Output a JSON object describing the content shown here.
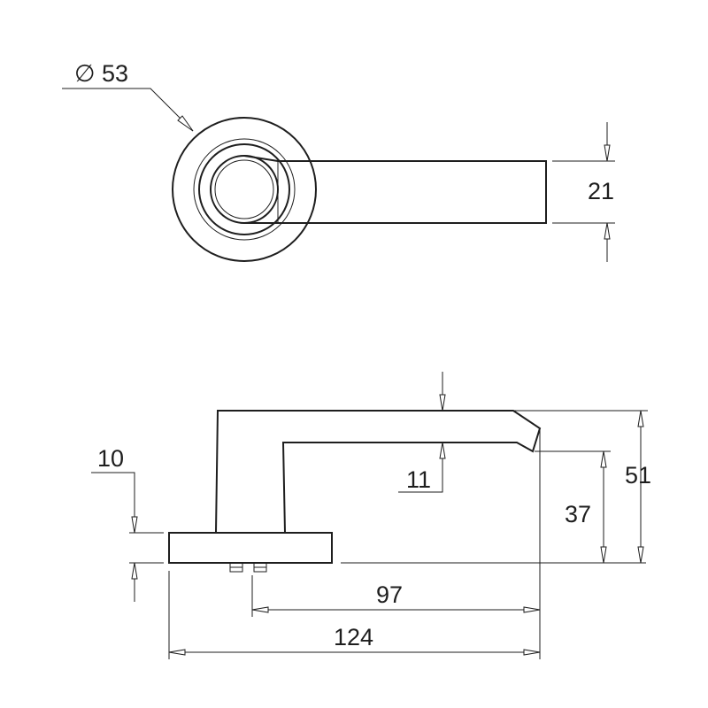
{
  "drawing": {
    "top_view": {
      "rose_diameter_symbol": "∅",
      "rose_diameter": "53",
      "lever_thickness": "21"
    },
    "side_view": {
      "rose_thickness": "10",
      "lever_wall": "11",
      "lever_height": "37",
      "total_height": "51",
      "spindle_to_tip": "97",
      "total_length": "124"
    }
  }
}
